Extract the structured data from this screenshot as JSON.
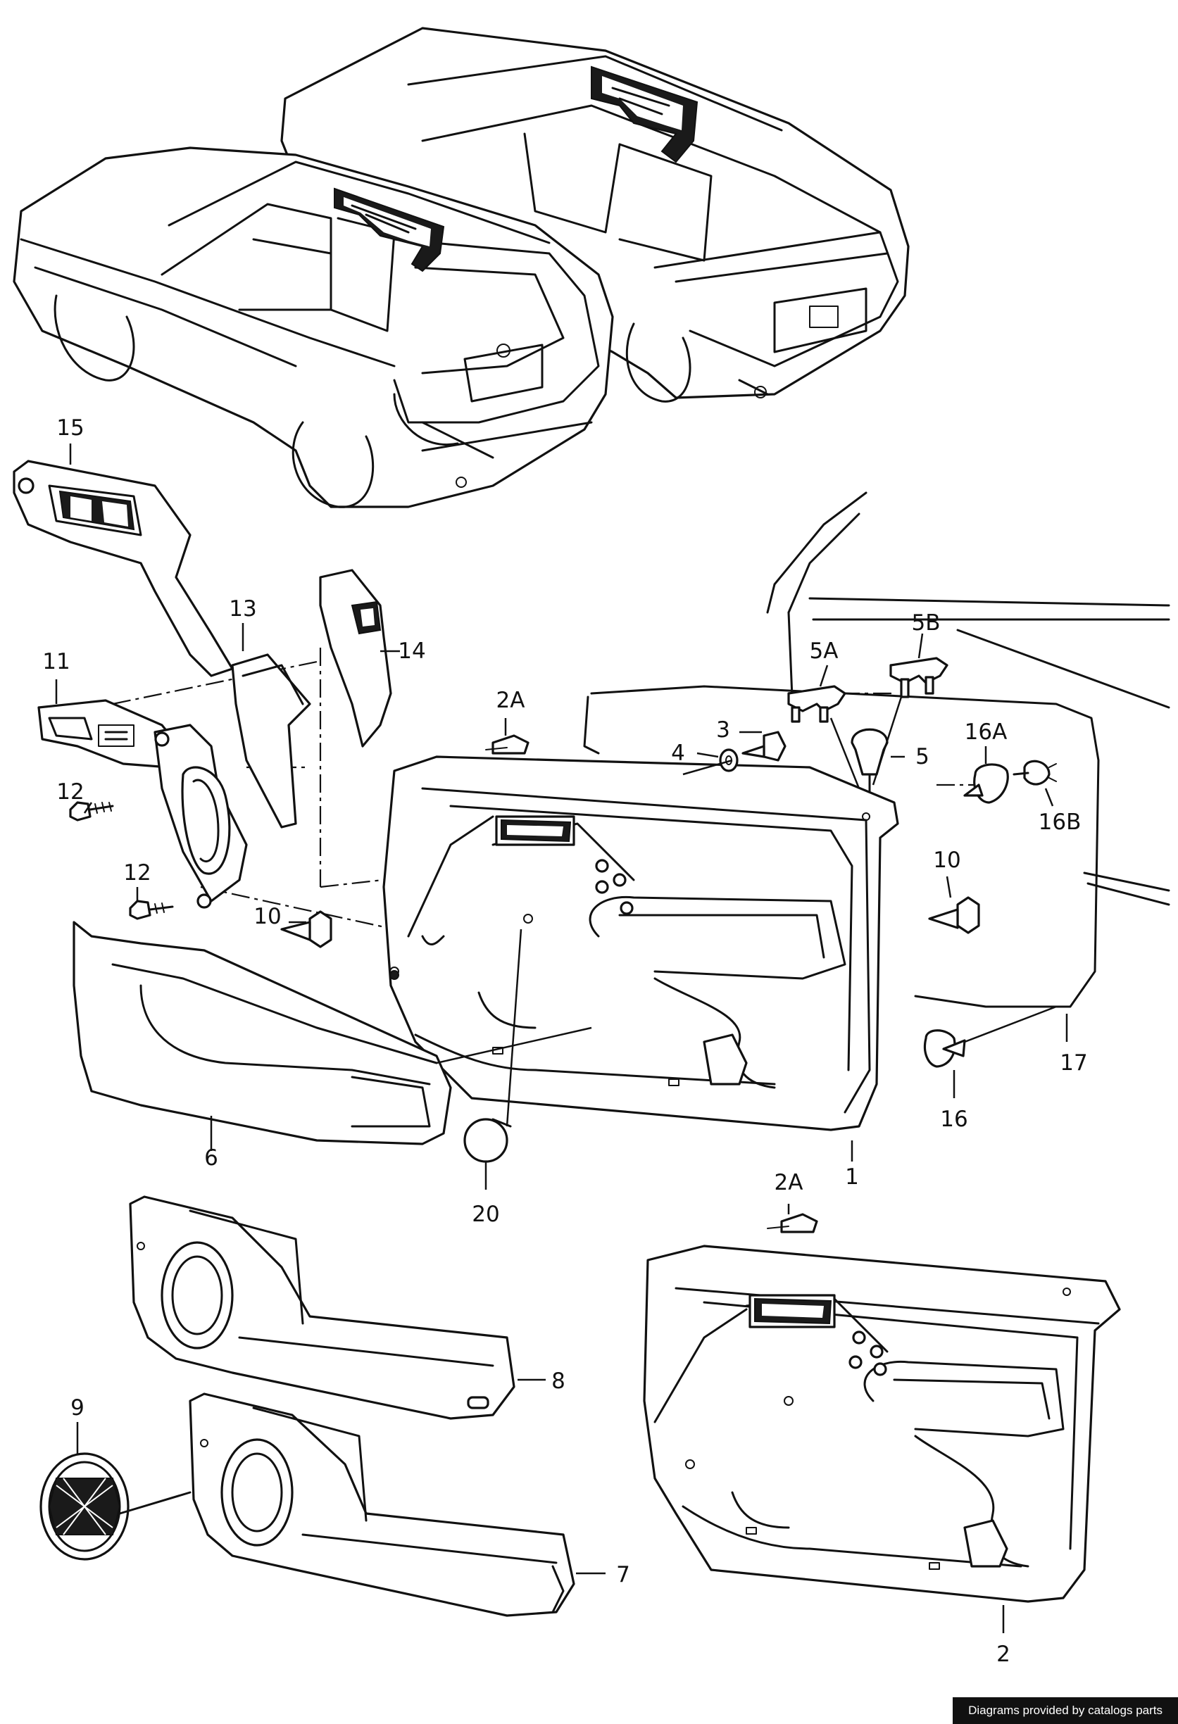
{
  "callouts": {
    "c15": "15",
    "c13": "13",
    "c14": "14",
    "c11": "11",
    "c12a": "12",
    "c12b": "12",
    "c2a_top": "2A",
    "c3": "3",
    "c4": "4",
    "c5": "5",
    "c5a": "5A",
    "c5b": "5B",
    "c16a": "16A",
    "c16b": "16B",
    "c10a": "10",
    "c10b": "10",
    "c6": "6",
    "c20": "20",
    "c1": "1",
    "c16": "16",
    "c17": "17",
    "c2a_bottom": "2A",
    "c8": "8",
    "c9": "9",
    "c7": "7",
    "c2": "2"
  },
  "credit": "Diagrams provided by catalogs parts"
}
